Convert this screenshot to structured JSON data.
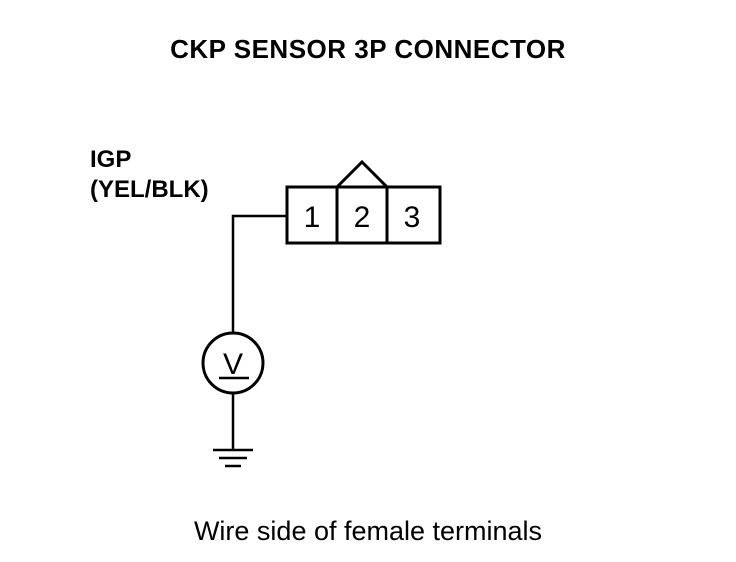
{
  "title": "CKP SENSOR 3P CONNECTOR",
  "wire": {
    "signal": "IGP",
    "color": "(YEL/BLK)"
  },
  "connector": {
    "pins": [
      "1",
      "2",
      "3"
    ]
  },
  "meter": {
    "symbol": "V"
  },
  "footer": "Wire side of female terminals"
}
